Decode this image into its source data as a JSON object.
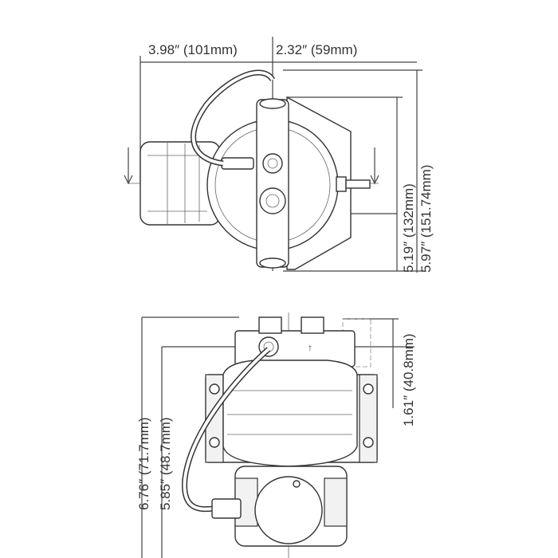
{
  "top_view": {
    "dim_width_left": "3.98″ (101mm)",
    "dim_width_right": "2.32″ (59mm)",
    "dim_height_inner": "5.19″ (132mm)",
    "dim_height_outer": "5.97″ (151.74mm)"
  },
  "front_view": {
    "dim_height_outer": "6.76″ (71.7mm)",
    "dim_height_inner": "5.85″ (48.7mm)",
    "dim_port_offset": "1.61″ (40.8mm)"
  }
}
